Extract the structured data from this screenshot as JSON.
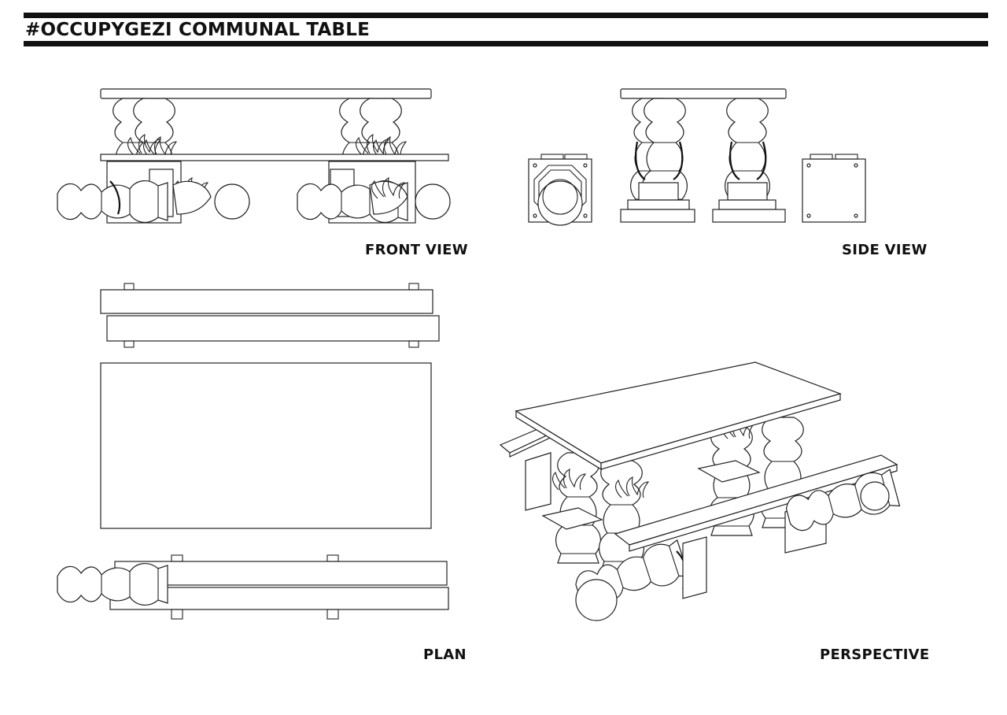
{
  "header": {
    "title": "#OCCUPYGEZI COMMUNAL TABLE"
  },
  "views": {
    "front": {
      "label": "FRONT VIEW"
    },
    "side": {
      "label": "SIDE VIEW"
    },
    "plan": {
      "label": "PLAN"
    },
    "perspective": {
      "label": "PERSPECTIVE"
    }
  }
}
